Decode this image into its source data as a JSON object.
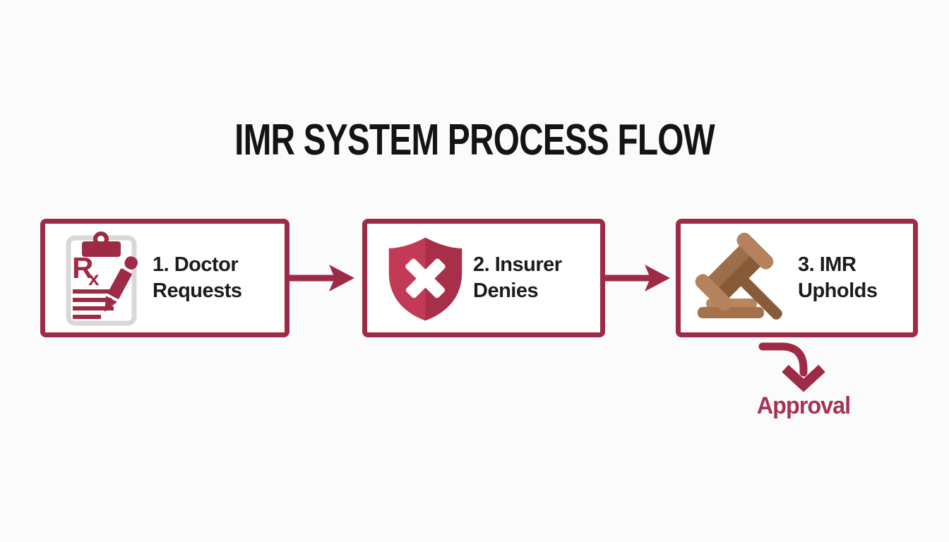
{
  "title": "IMR SYSTEM PROCESS FLOW",
  "steps": [
    {
      "line1": "1. Doctor",
      "line2": "Requests",
      "icon": "prescription-clipboard",
      "rx": {
        "r": "R",
        "x": "x"
      }
    },
    {
      "line1": "2. Insurer",
      "line2": "Denies",
      "icon": "shield-deny-x"
    },
    {
      "line1": "3. IMR",
      "line2": "Upholds",
      "icon": "gavel"
    }
  ],
  "outcome": {
    "label": "Approval"
  },
  "colors": {
    "accent_maroon": "#9e2b46",
    "title_text": "#141414",
    "label_text": "#1c1c1c",
    "background": "#fbfbfc",
    "box_fill": "#ffffff",
    "approval_text": "#a43454",
    "clipboard_border": "#d8d8d8",
    "shield_left": "#c23a55",
    "shield_right": "#a72f48",
    "shield_x": "#ffffff",
    "gavel_cap": "#b4825c",
    "gavel_body": "#9c6e49",
    "gavel_shade": "#875a38",
    "gavel_handle": "#875c3b",
    "gavel_base_top": "#b8875f",
    "gavel_base_bottom": "#a5714a"
  }
}
